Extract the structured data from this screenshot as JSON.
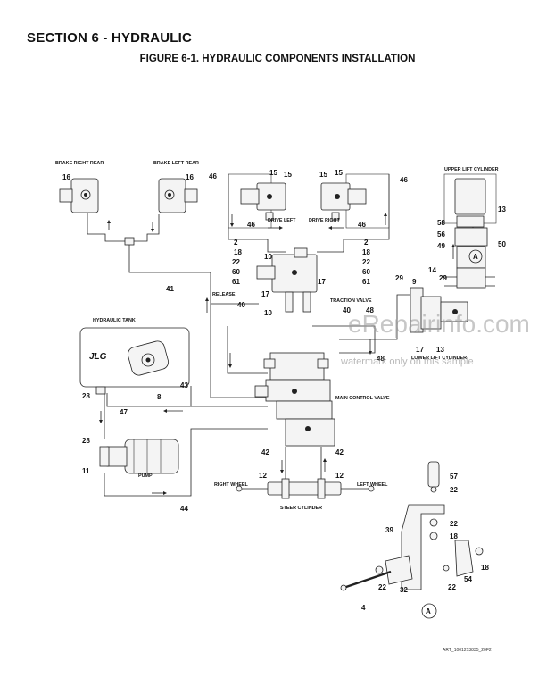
{
  "header": {
    "section": "SECTION 6 - HYDRAULIC",
    "figure": "FIGURE 6-1. HYDRAULIC COMPONENTS INSTALLATION"
  },
  "labels": {
    "brake_right_rear": "BRAKE RIGHT REAR",
    "brake_left_rear": "BRAKE LEFT REAR",
    "drive_left": "DRIVE LEFT",
    "drive_right": "DRIVE RIGHT",
    "upper_lift_cylinder": "UPPER LIFT CYLINDER",
    "release": "RELEASE",
    "traction_valve": "TRACTION VALVE",
    "hydraulic_tank": "HYDRAULIC TANK",
    "lower_lift_cylinder": "LOWER LIFT CYLINDER",
    "main_control_valve": "MAIN CONTROL VALVE",
    "pump": "PUMP",
    "right_wheel": "RIGHT WHEEL",
    "left_wheel": "LEFT WHEEL",
    "steer_cylinder": "STEER CYLINDER",
    "detail_a": "A",
    "detail_a_bottom": "A"
  },
  "callouts": {
    "c16a": "16",
    "c16b": "16",
    "c46a": "46",
    "c15a": "15",
    "c15b": "15",
    "c15c": "15",
    "c15d": "15",
    "c46b": "46",
    "c46c": "46",
    "c46d": "46",
    "c58": "58",
    "c56": "56",
    "c13a": "13",
    "c49": "49",
    "c50": "50",
    "c2a": "2",
    "c18a": "18",
    "c22a": "22",
    "c60a": "60",
    "c61a": "61",
    "c2b": "2",
    "c18b": "18",
    "c22b": "22",
    "c60b": "60",
    "c61b": "61",
    "c10a": "10",
    "c17a": "17",
    "c17b": "17",
    "c10b": "10",
    "c41": "41",
    "c40a": "40",
    "c40b": "40",
    "c48a": "48",
    "c48b": "48",
    "c29a": "29",
    "c9": "9",
    "c14": "14",
    "c29b": "29",
    "c17c": "17",
    "c13b": "13",
    "c28a": "28",
    "c47": "47",
    "c8": "8",
    "c43": "43",
    "c28b": "28",
    "c11": "11",
    "c44": "44",
    "c42a": "42",
    "c42b": "42",
    "c12a": "12",
    "c12b": "12",
    "c57": "57",
    "c22c": "22",
    "c22d": "22",
    "c18c": "18",
    "c39": "39",
    "c18d": "18",
    "c54": "54",
    "c22e": "22",
    "c22f": "22",
    "c32": "32",
    "c4": "4"
  },
  "watermark": {
    "main": "eRepairinfo.com",
    "sub": "watermark only on this sample"
  },
  "art_number": "ART_1001213835_20F2"
}
